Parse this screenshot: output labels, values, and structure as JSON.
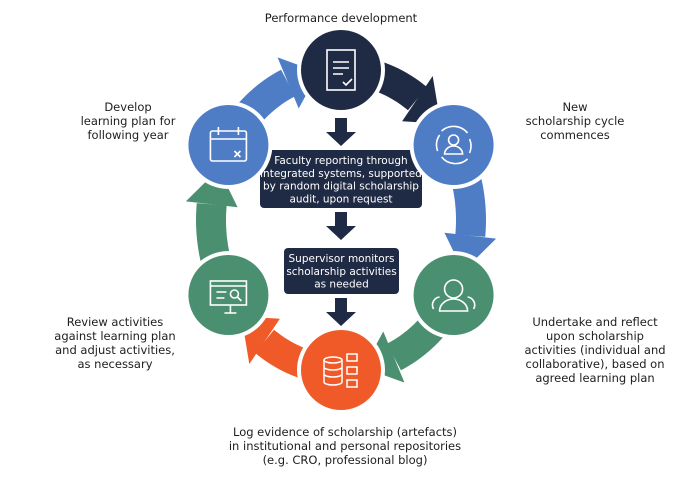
{
  "colors": {
    "navy": "#1f2a44",
    "blue": "#4f7dc5",
    "green": "#4a9070",
    "orange": "#f05a28"
  },
  "nodes": [
    {
      "id": "top",
      "icon": "document-check-icon",
      "color": "#1f2a44",
      "label": [
        "Performance development"
      ]
    },
    {
      "id": "right-top",
      "icon": "user-cycle-icon",
      "color": "#4f7dc5",
      "label": [
        "New",
        "scholarship cycle",
        "commences"
      ]
    },
    {
      "id": "right-bottom",
      "icon": "group-icon",
      "color": "#4a9070",
      "label": [
        "Undertake and reflect",
        "upon scholarship",
        "activities (individual and",
        "collaborative), based on",
        "agreed learning plan"
      ]
    },
    {
      "id": "bottom",
      "icon": "database-folders-icon",
      "color": "#f05a28",
      "label": [
        "Log evidence of scholarship (artefacts)",
        "in institutional and personal repositories",
        "(e.g. CRO, professional blog)"
      ]
    },
    {
      "id": "left-bottom",
      "icon": "monitor-search-icon",
      "color": "#4a9070",
      "label": [
        "Review activities",
        "against learning plan",
        "and adjust activities,",
        "as necessary"
      ]
    },
    {
      "id": "left-top",
      "icon": "calendar-icon",
      "color": "#4f7dc5",
      "label": [
        "Develop",
        "learning plan for",
        "following year"
      ]
    }
  ],
  "center_boxes": [
    {
      "lines": [
        "Faculty reporting through",
        "integrated systems, supported",
        "by random digital scholarship",
        "audit, upon request"
      ]
    },
    {
      "lines": [
        "Supervisor monitors",
        "scholarship activities",
        "as needed"
      ]
    }
  ]
}
